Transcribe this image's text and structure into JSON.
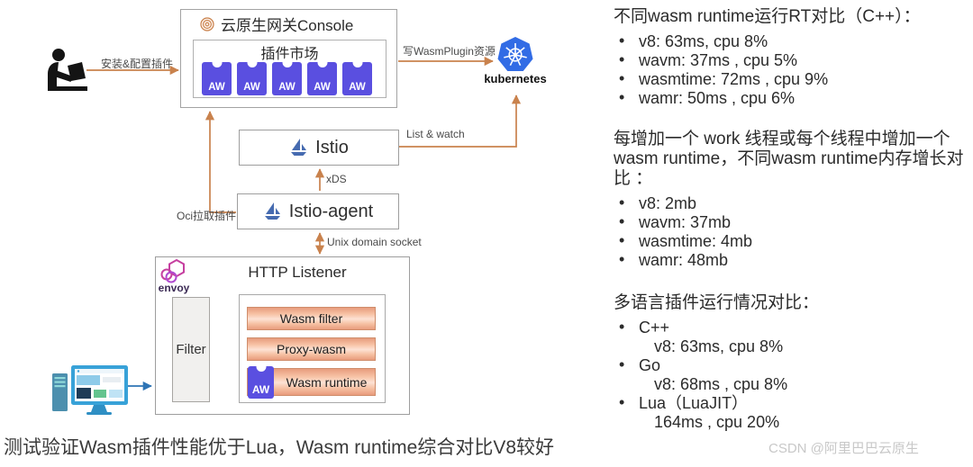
{
  "diagram": {
    "user_flow_label": "安装&配置插件",
    "console": {
      "title": "云原生网关Console",
      "market_title": "插件市场",
      "plugin_badge": "AW"
    },
    "kubernetes_label": "kubernetes",
    "write_wasmplugin_label": "写WasmPlugin资源",
    "list_watch_label": "List & watch",
    "xds_label": "xDS",
    "oci_pull_label": "Oci拉取插件",
    "uds_label": "Unix domain socket",
    "istio_label": "Istio",
    "istio_agent_label": "Istio-agent",
    "envoy_label": "envoy",
    "http_listener_title": "HTTP Listener",
    "filter_label": "Filter",
    "wasm_filter_label": "Wasm filter",
    "proxy_wasm_label": "Proxy-wasm",
    "wasm_runtime_label": "Wasm runtime",
    "wasm_runtime_badge": "AW"
  },
  "right_panel": {
    "sections": [
      {
        "title": "不同wasm runtime运行RT对比（C++）：",
        "items": [
          "v8: 63ms, cpu 8%",
          "wavm: 37ms , cpu 5%",
          "wasmtime: 72ms , cpu 9%",
          "wamr: 50ms , cpu 6%"
        ]
      },
      {
        "title": "每增加一个 work 线程或每个线程中增加一个 wasm runtime，不同wasm runtime内存增长对比 ：",
        "items": [
          "v8: 2mb",
          "wavm: 37mb",
          "wasmtime: 4mb",
          "wamr: 48mb"
        ]
      },
      {
        "title": "多语言插件运行情况对比：",
        "items": [
          {
            "label": "C++",
            "detail": "v8: 63ms, cpu 8%"
          },
          {
            "label": "Go",
            "detail": "v8: 68ms , cpu 8%"
          },
          {
            "label": "Lua（LuaJIT）",
            "detail": "164ms , cpu 20%"
          }
        ]
      }
    ]
  },
  "footer": {
    "caption": "测试验证Wasm插件性能优于Lua，Wasm runtime综合对比V8较好",
    "watermark": "CSDN @阿里巴巴云原生"
  },
  "colors": {
    "arrow_orange": "#c9824d",
    "arrow_blue": "#2e74b5",
    "plugin_purple": "#5a4fe0",
    "kubernetes_blue": "#326ce5",
    "istio_navy": "#466bb0",
    "envoy_magenta": "#c640a0",
    "salmon_light": "#fde2d4",
    "salmon_dark": "#e89c7d"
  }
}
